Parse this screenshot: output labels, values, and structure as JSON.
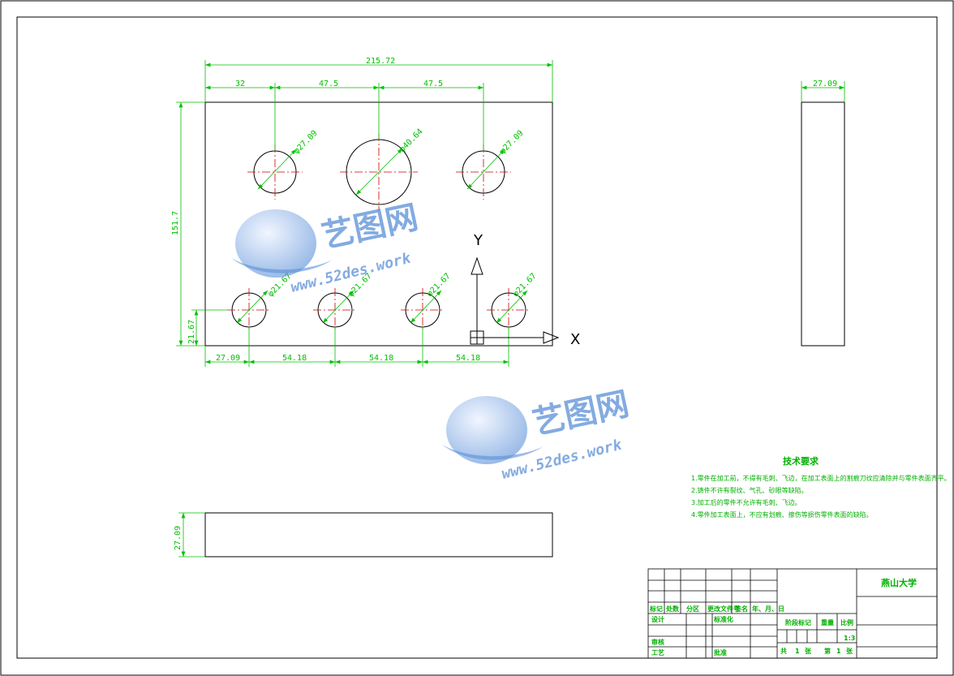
{
  "front_view": {
    "overall_width": "215.72",
    "spacing_1": "32",
    "spacing_2": "47.5",
    "spacing_3": "47.5",
    "height": "151.7",
    "hole_large_1": "φ27.09",
    "hole_large_2": "φ40.64",
    "hole_large_3": "φ27.09",
    "hole_small_1": "φ21.67",
    "hole_small_2": "φ21.67",
    "hole_small_3": "φ21.67",
    "hole_small_4": "φ21.67",
    "bottom_offset": "21.67",
    "bottom_spacing_1": "27.09",
    "bottom_spacing_2": "54.18",
    "bottom_spacing_3": "54.18",
    "bottom_spacing_4": "54.18"
  },
  "axes": {
    "x_label": "X",
    "y_label": "Y"
  },
  "side_view": {
    "width": "27.09"
  },
  "top_view": {
    "thickness": "27.09"
  },
  "watermark": {
    "brand": "艺图网",
    "site": "www.52des.work"
  },
  "tech_requirements": {
    "title": "技术要求",
    "items": [
      "1.零件在加工前，不得有毛刺、飞边，在加工表面上的割痕刀纹应清除并与零件表面齐平。",
      "2.铸件不许有裂纹、气孔、砂眼等缺陷。",
      "3.加工后的零件不允许有毛刺、飞边。",
      "4.零件加工表面上，不应有划痕、擦伤等损伤零件表面的缺陷。"
    ]
  },
  "title_block": {
    "school": "燕山大学",
    "headers": [
      "标记",
      "处数",
      "分区",
      "更改文件号",
      "签名",
      "年、月、日"
    ],
    "design": "设计",
    "standardize": "标准化",
    "review": "审核",
    "process": "工艺",
    "approve": "批准",
    "stage_mark": "阶段标记",
    "weight": "重量",
    "scale": "比例",
    "scale_value": "1:3",
    "sheet_total_prefix": "共",
    "sheet_total": "1",
    "sheet_unit": "张",
    "sheet_num_prefix": "第",
    "sheet_num": "1",
    "sheet_num_unit": "张"
  }
}
